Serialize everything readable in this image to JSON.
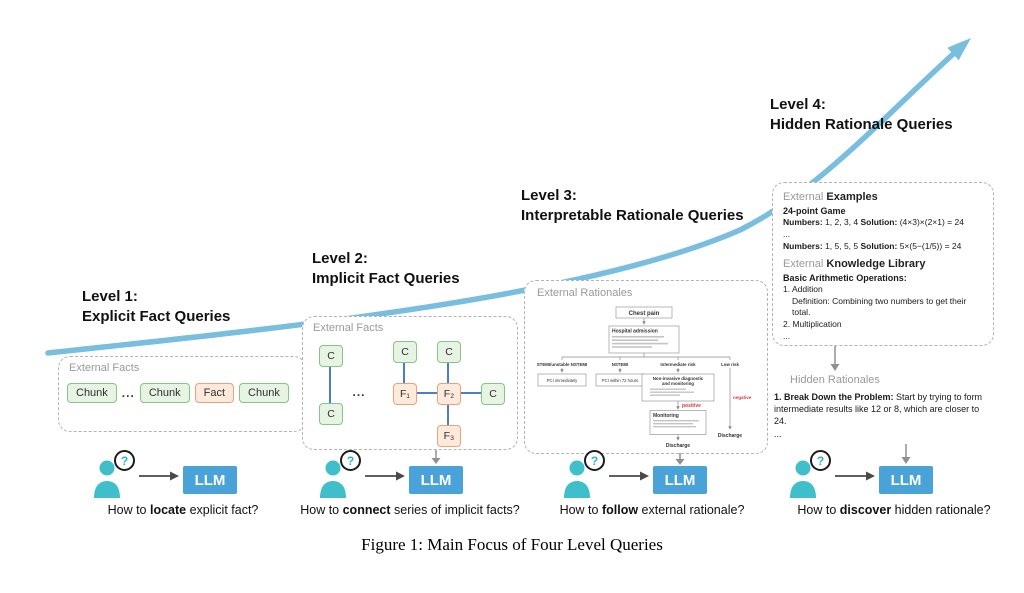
{
  "ui": {
    "llm_label": "LLM",
    "question_mark": "?",
    "figure_caption": "Figure 1: Main Focus of Four Level Queries"
  },
  "colors": {
    "curve_blue": "#79bddf",
    "llm_blue": "#4aa3d8",
    "person_teal": "#3fbfca",
    "green_fill": "#e7f3e3",
    "green_border": "#85c585",
    "orange_fill": "#fdeada",
    "orange_border": "#eda07a",
    "graph_edge_blue": "#4a7fc1",
    "gray_label": "#9a9a9a",
    "red_text": "#d43b3b"
  },
  "levels": [
    {
      "heading1": "Level 1:",
      "heading2": "Explicit Fact Queries",
      "box_label": "External Facts",
      "chunks": [
        "Chunk",
        "...",
        "Chunk",
        "Fact",
        "Chunk"
      ],
      "caption": [
        {
          "t": "How to "
        },
        {
          "t": "locate",
          "b": true
        },
        {
          "t": " explicit fact?"
        }
      ]
    },
    {
      "heading1": "Level 2:",
      "heading2": "Implicit Fact Queries",
      "box_label": "External Facts",
      "nodes": {
        "c_left_top": "C",
        "c_left_bottom": "C",
        "dots": "...",
        "c_top_a": "C",
        "c_top_b": "C",
        "f1": "F₁",
        "f2": "F₂",
        "f3": "F₃",
        "c_right": "C"
      },
      "caption": [
        {
          "t": "How to "
        },
        {
          "t": "connect",
          "b": true
        },
        {
          "t": " series of implicit facts?"
        }
      ]
    },
    {
      "heading1": "Level 3:",
      "heading2": "Interpretable Rationale Queries",
      "box_label": "External Rationales",
      "flowchart": {
        "root": "Chest pain",
        "admission": "Hospital admission",
        "branch1": "STEMI/unstable NSTEMI",
        "branch2": "NSTEMI",
        "branch3": "Intermediate risk",
        "branch4": "Low risk",
        "pci1": "PCI immediately",
        "pci2": "PCI within 72 hours",
        "noninvasive1": "Non-invasive diagnostic",
        "noninvasive2": "and monitoring",
        "monitoring": "Monitoring",
        "positive": "positive",
        "negative": "negative",
        "discharge": "Discharge"
      },
      "caption": [
        {
          "t": "How to "
        },
        {
          "t": "follow",
          "b": true
        },
        {
          "t": " external rationale?"
        }
      ]
    },
    {
      "heading1": "Level 4:",
      "heading2": "Hidden Rationale Queries",
      "examples_header": [
        {
          "t": "External ",
          "c": "#9a9a9a"
        },
        {
          "t": "Examples",
          "b": true
        }
      ],
      "game_title": "24-point Game",
      "example1": [
        {
          "t": "Numbers:",
          "b": true
        },
        {
          "t": " 1, 2, 3, 4 "
        },
        {
          "t": "Solution:",
          "b": true
        },
        {
          "t": " (4×3)×(2×1) = 24"
        }
      ],
      "dots1": "...",
      "example2": [
        {
          "t": "Numbers:",
          "b": true
        },
        {
          "t": " 1, 5, 5, 5  "
        },
        {
          "t": "Solution:",
          "b": true
        },
        {
          "t": " 5×(5−(1/5)) = 24"
        }
      ],
      "library_header": [
        {
          "t": "External ",
          "c": "#9a9a9a"
        },
        {
          "t": "Knowledge Library",
          "b": true
        }
      ],
      "library_title": "Basic Arithmetic Operations:",
      "lib_item1": "1. Addition",
      "lib_def1": "Definition: Combining two numbers to get their total.",
      "lib_item2": "2. Multiplication",
      "dots2": "...",
      "hidden_label": "Hidden Rationales",
      "rationale": [
        {
          "t": "1. Break Down the Problem:",
          "b": true
        },
        {
          "t": " Start by trying to form intermediate results like 12 or 8, which are closer to 24."
        }
      ],
      "dots3": "...",
      "caption": [
        {
          "t": "How to "
        },
        {
          "t": "discover",
          "b": true
        },
        {
          "t": " hidden rationale?"
        }
      ]
    }
  ]
}
